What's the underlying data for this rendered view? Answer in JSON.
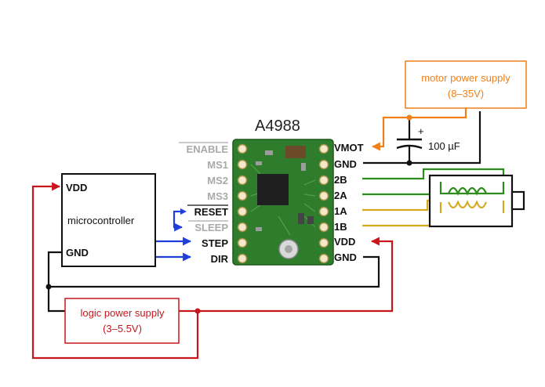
{
  "diagram": {
    "chip_title": "A4988",
    "left_pins": [
      "ENABLE",
      "MS1",
      "MS2",
      "MS3",
      "RESET",
      "SLEEP",
      "STEP",
      "DIR"
    ],
    "right_pins": [
      "VMOT",
      "GND",
      "2B",
      "2A",
      "1A",
      "1B",
      "VDD",
      "GND"
    ],
    "microcontroller": {
      "label": "microcontroller",
      "vdd_label": "VDD",
      "gnd_label": "GND"
    },
    "motor_supply": {
      "line1": "motor power supply",
      "line2": "(8–35V)"
    },
    "logic_supply": {
      "line1": "logic power supply",
      "line2": "(3–5.5V)"
    },
    "capacitor": {
      "value": "100 µF",
      "polarity": "+"
    },
    "colors": {
      "logic_wire": "#c8161d",
      "motor_wire": "#ef7f1a",
      "signal_wire": "#1f3fdc",
      "coil_a": "#2e8b1e",
      "coil_b": "#d4aa1e",
      "ground_wire": "#111111",
      "board": "#2f7d2c"
    }
  }
}
